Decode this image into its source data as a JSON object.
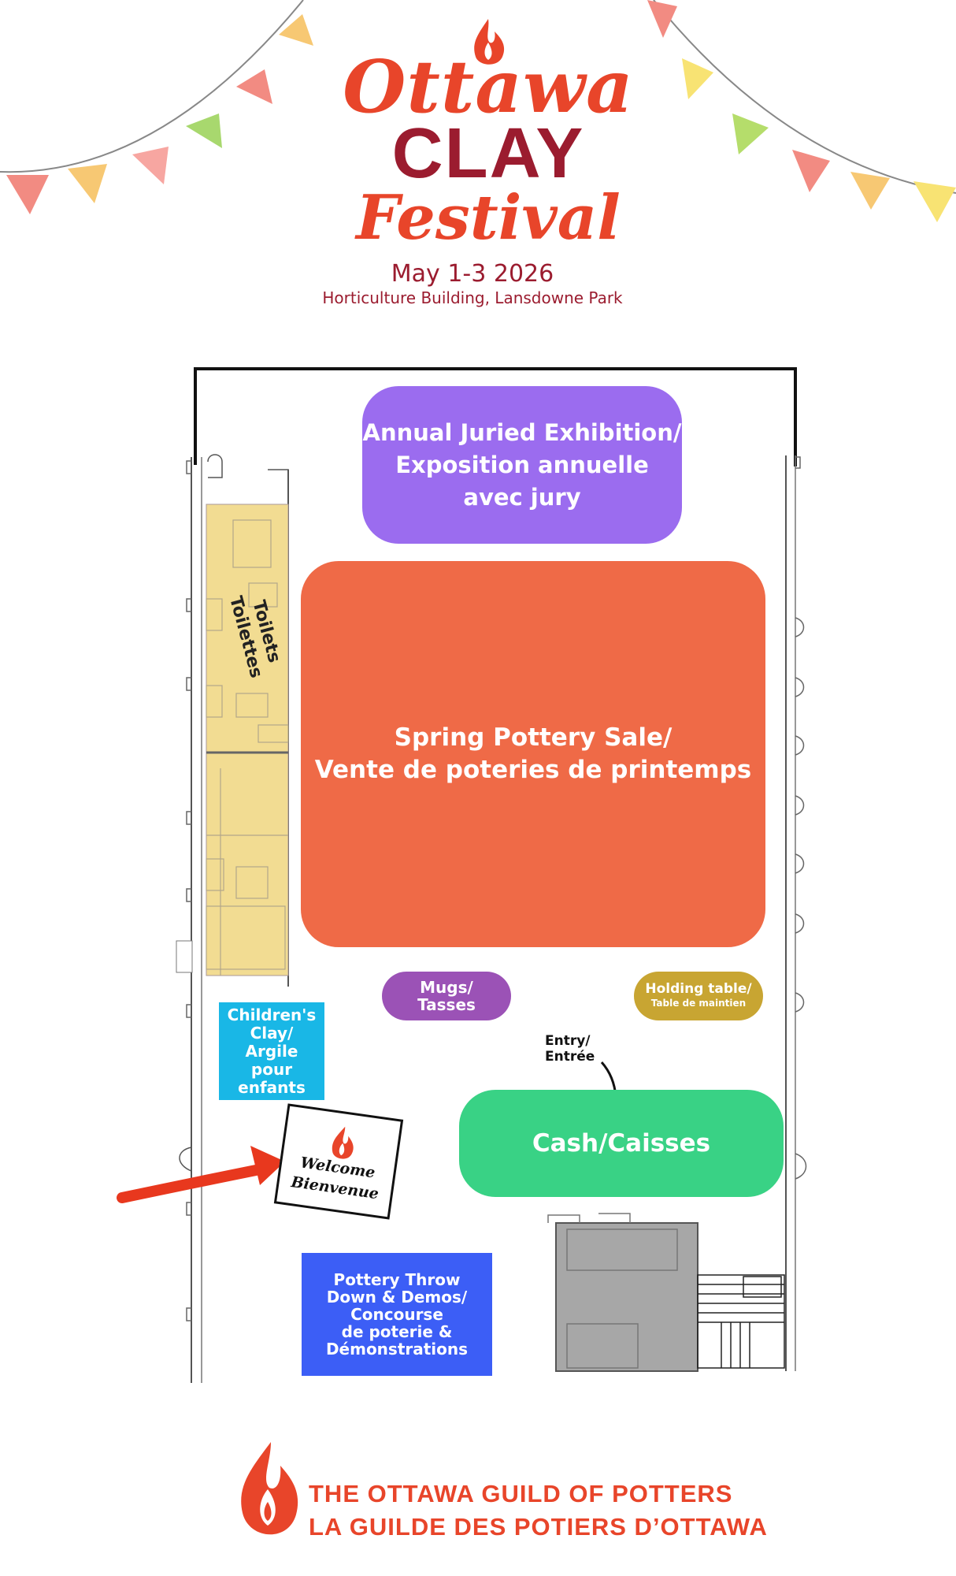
{
  "header": {
    "title_line1": "Ottawa",
    "title_line2": "CLAY",
    "title_line3": "Festival",
    "dates": "May 1-3 2026",
    "venue": "Horticulture Building, Lansdowne Park"
  },
  "zones": {
    "exhibition": "Annual Juried Exhibition/\nExposition annuelle\navec jury",
    "sale": "Spring Pottery Sale/\nVente de poteries de printemps",
    "toilets": "Toilets\nToilettes",
    "mugs": "Mugs/\nTasses",
    "holding_main": "Holding table/",
    "holding_sub": "Table de maintien",
    "children": "Children's\nClay/\nArgile\npour\nenfants",
    "entry": "Entry/\nEntrée",
    "cash": "Cash/Caisses",
    "welcome_line1": "Welcome",
    "welcome_line2": "Bienvenue",
    "throwdown": "Pottery Throw\nDown & Demos/\nConcourse\nde poterie &\nDémonstrations"
  },
  "footer": {
    "line1": "THE OTTAWA GUILD OF POTTERS",
    "line2": "LA GUILDE DES POTIERS D’OTTAWA"
  },
  "colors": {
    "brand_orange": "#e8452a",
    "brand_maroon": "#9b1c2f",
    "exhibition": "#9b6cef",
    "sale": "#ef6a47",
    "mugs": "#9b52b6",
    "holding": "#c8a532",
    "cash": "#39d285",
    "children": "#19b7e6",
    "throwdown": "#3c5ef6",
    "toilets": "#f2dc92"
  },
  "icons": [
    "flame-logo-icon",
    "bunting-flags",
    "red-arrow-icon",
    "entry-arrow-icon"
  ]
}
